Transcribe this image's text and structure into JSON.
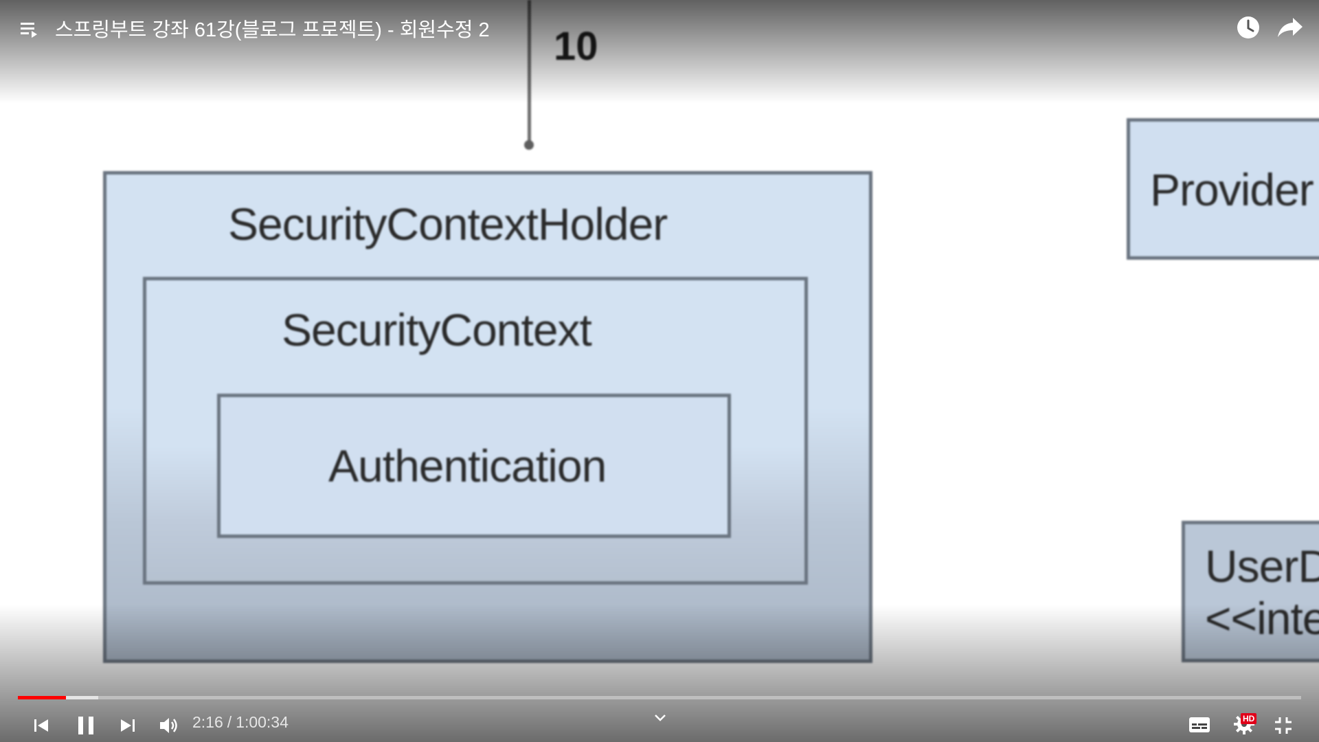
{
  "player": {
    "title": "스프링부트 강좌 61강(블로그 프로젝트) - 회원수정 2",
    "current_time": "2:16",
    "separator": "/",
    "duration": "1:00:34",
    "played_fraction": 0.0375,
    "buffered_fraction": 0.0625,
    "hd_badge": "HD",
    "accent_color": "#ff0000"
  },
  "slide": {
    "step_number": "10",
    "boxes": {
      "holder": "SecurityContextHolder",
      "context": "SecurityContext",
      "authentication": "Authentication",
      "provider": "Provider",
      "user_details_line1": "UserD",
      "user_details_line2": "<<inte"
    }
  },
  "icons": {
    "playlist": "playlist-icon",
    "watch_later": "clock-icon",
    "share": "share-icon",
    "previous": "skip-previous-icon",
    "pause": "pause-icon",
    "next": "skip-next-icon",
    "volume": "volume-icon",
    "chevron": "chevron-down-icon",
    "subtitles": "subtitles-icon",
    "settings": "gear-icon",
    "fullscreen_exit": "fullscreen-exit-icon"
  }
}
